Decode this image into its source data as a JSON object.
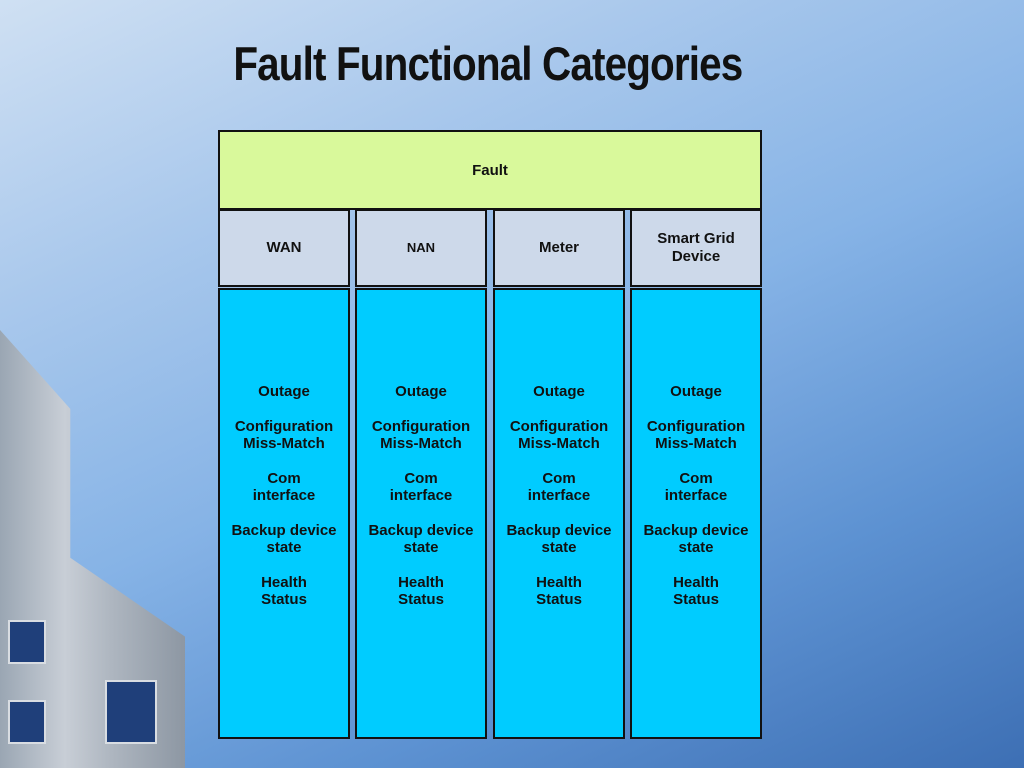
{
  "title": "Fault Functional Categories",
  "root": {
    "label": "Fault"
  },
  "categories": [
    {
      "label": "WAN"
    },
    {
      "label": "NAN"
    },
    {
      "label": "Meter"
    },
    {
      "label": "Smart Grid Device"
    }
  ],
  "items": [
    "Outage",
    "Configuration Miss-Match",
    "Com interface",
    "Backup device state",
    "Health Status"
  ],
  "colors": {
    "root_fill": "#d9f99b",
    "category_fill": "#cdd9ea",
    "column_fill": "#00ccff"
  }
}
